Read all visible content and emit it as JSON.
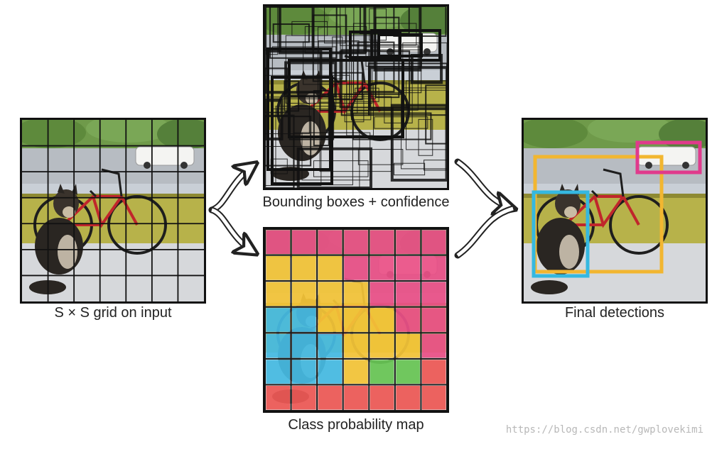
{
  "captions": {
    "input": "S × S grid on input",
    "boxes": "Bounding boxes + confidence",
    "probmap": "Class probability map",
    "final": "Final detections"
  },
  "watermark": "https://blog.csdn.net/gwplovekimi",
  "grid_size": 7,
  "class_colors": {
    "pink": "#e8457f",
    "yellow": "#f2c02b",
    "blue": "#3ab6e0",
    "green": "#5ec24a",
    "red": "#ec4f4b"
  },
  "class_probability_map": [
    [
      "pink",
      "pink",
      "pink",
      "pink",
      "pink",
      "pink",
      "pink"
    ],
    [
      "yellow",
      "yellow",
      "yellow",
      "pink",
      "pink",
      "pink",
      "pink"
    ],
    [
      "yellow",
      "yellow",
      "yellow",
      "yellow",
      "pink",
      "pink",
      "pink"
    ],
    [
      "blue",
      "blue",
      "yellow",
      "yellow",
      "yellow",
      "pink",
      "pink"
    ],
    [
      "blue",
      "blue",
      "blue",
      "yellow",
      "yellow",
      "yellow",
      "pink"
    ],
    [
      "blue",
      "blue",
      "blue",
      "yellow",
      "green",
      "green",
      "red"
    ],
    [
      "red",
      "red",
      "red",
      "red",
      "red",
      "red",
      "red"
    ]
  ],
  "detection_colors": {
    "bicycle": "#f2b630",
    "dog": "#35b8e0",
    "car": "#e03a8c"
  }
}
